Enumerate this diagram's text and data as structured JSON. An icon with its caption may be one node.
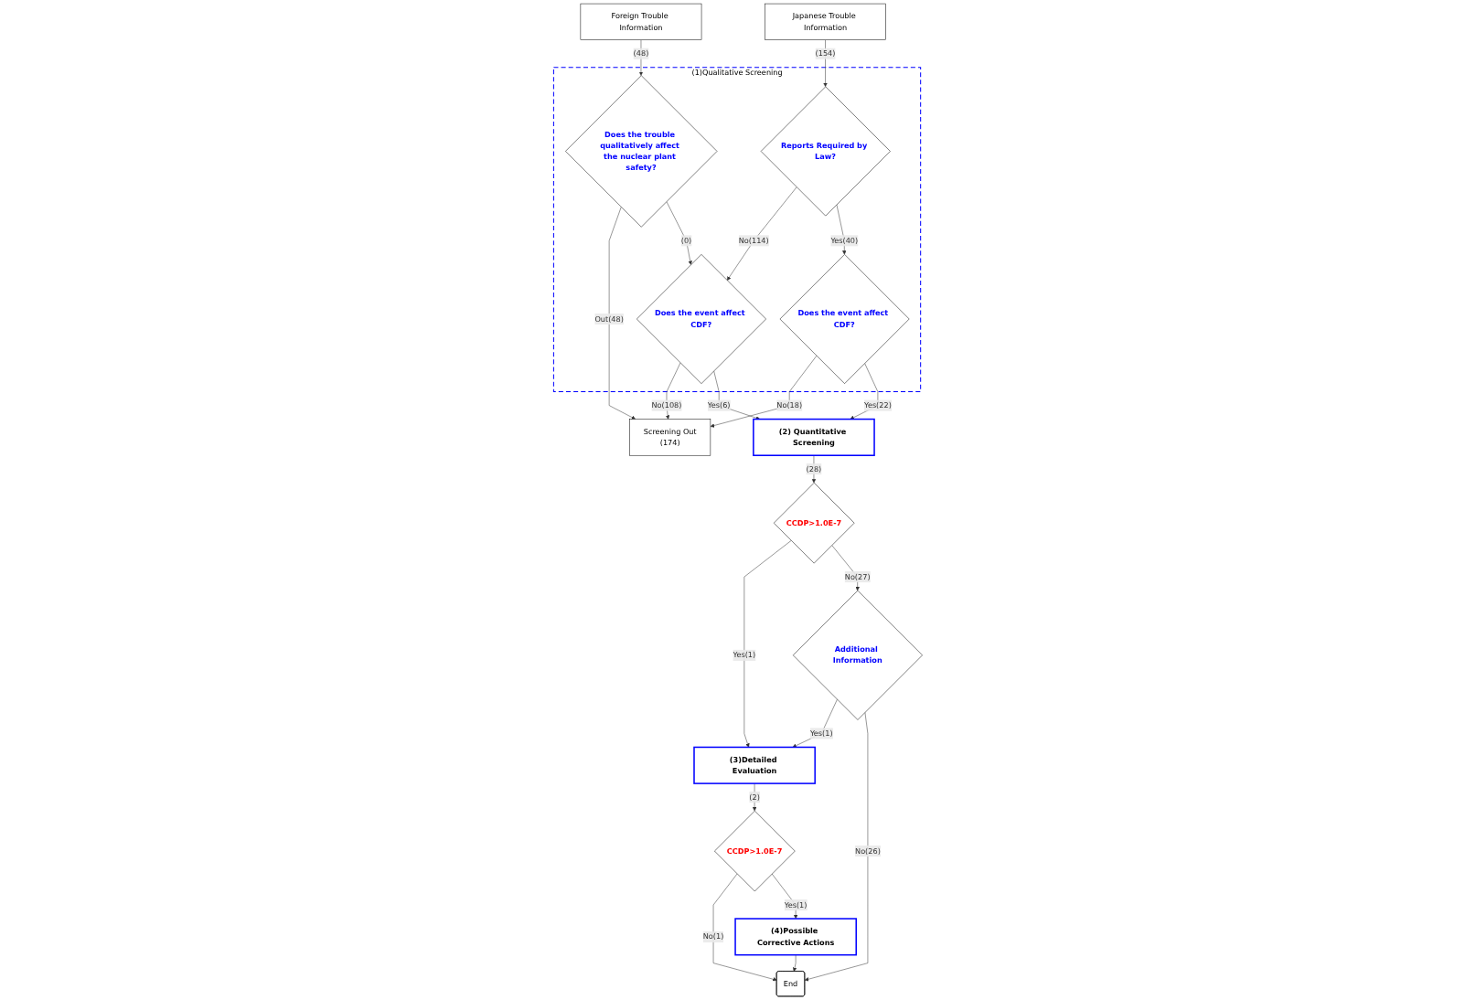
{
  "diagram": {
    "nodes": [
      {
        "text": [
          "Japanese Trouble Information"
        ]
      },
      {
        "text": [
          "Foreign Trouble Information"
        ]
      },
      {
        "text": [
          "(1)Qualitative Screening"
        ]
      },
      {
        "text": [
          "Reports Required by Law?"
        ],
        "in": 2
      },
      {
        "text": [
          "Does the trouble qualitatively affect the nuclear plant safety?"
        ],
        "in": 2
      },
      {
        "text": [
          "Does the event affect CDF?"
        ],
        "in": 2
      },
      {
        "text": [
          "Does the event affect CDF?"
        ],
        "in": 2
      },
      {
        "text": [
          "Screening Out",
          "(174)"
        ]
      },
      {
        "text": [
          "(2) Quantitative Screening"
        ]
      },
      {
        "text": [
          "CCDP>1.0E-7"
        ]
      },
      {
        "text": [
          "(3)Detailed Evaluation"
        ]
      },
      {
        "text": [
          "Additional Information"
        ]
      },
      {
        "text": [
          "CCDP>1.0E-7"
        ]
      },
      {
        "text": [
          "End"
        ]
      },
      {
        "text": [
          "(4)Possible Corrective Actions"
        ]
      }
    ],
    "edges": [
      {
        "from": 0,
        "to": 3,
        "arrow": "to",
        "label": "(154)"
      },
      {
        "from": 1,
        "to": 4,
        "arrow": "to",
        "label": "(48)"
      },
      {
        "from": 4,
        "to": 7,
        "arrow": "to",
        "label": "Out(48)"
      },
      {
        "from": 4,
        "to": 5,
        "arrow": "to",
        "label": "(0)"
      },
      {
        "from": 3,
        "to": 5,
        "arrow": "to",
        "label": "No(114)"
      },
      {
        "from": 3,
        "to": 6,
        "arrow": "to",
        "label": "Yes(40)"
      },
      {
        "from": 5,
        "to": 7,
        "arrow": "to",
        "label": "No(108)"
      },
      {
        "from": 6,
        "to": 7,
        "arrow": "to",
        "label": "No(18)"
      },
      {
        "from": 6,
        "to": 8,
        "arrow": "to",
        "label": "Yes(22)"
      },
      {
        "from": 5,
        "to": 8,
        "arrow": "to",
        "label": "Yes(6)"
      },
      {
        "from": 8,
        "to": 9,
        "arrow": "to",
        "label": "(28)"
      },
      {
        "from": 9,
        "to": 10,
        "arrow": "to",
        "label": "Yes(1)"
      },
      {
        "from": 9,
        "to": 11,
        "arrow": "to",
        "label": "No(27)"
      },
      {
        "from": 11,
        "to": 10,
        "arrow": "to",
        "label": "Yes(1)"
      },
      {
        "from": 11,
        "to": 13,
        "arrow": "to",
        "label": "No(26)"
      },
      {
        "from": 10,
        "to": 12,
        "arrow": "to",
        "label": "(2)"
      },
      {
        "from": 12,
        "to": 13,
        "arrow": "to",
        "label": "No(1)"
      },
      {
        "from": 12,
        "to": 14,
        "arrow": "to",
        "label": "Yes(1)"
      },
      {
        "from": 14,
        "to": 13,
        "arrow": "to"
      }
    ]
  }
}
